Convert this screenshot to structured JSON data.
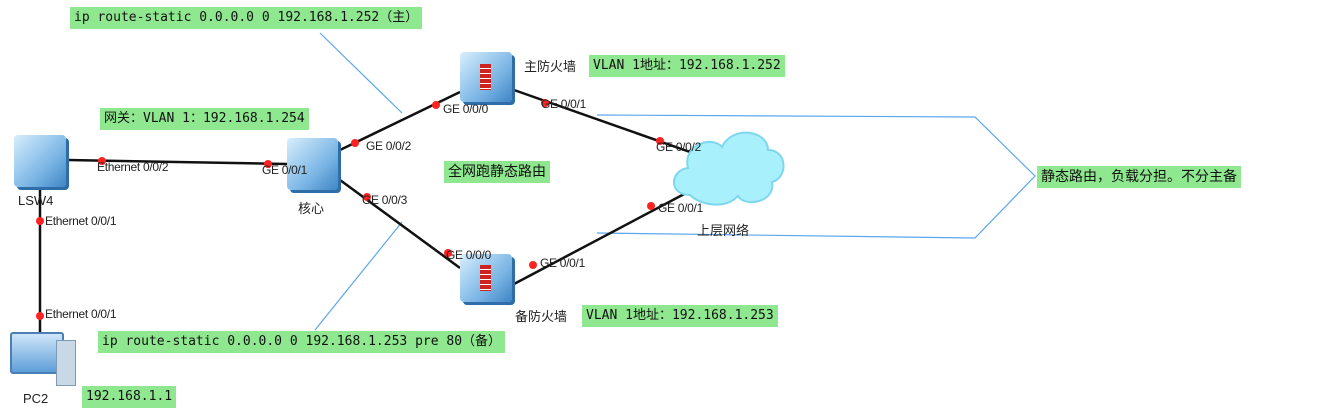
{
  "notes": {
    "primary_route": "ip route-static 0.0.0.0 0 192.168.1.252（主）",
    "gateway": "网关：VLAN 1：192.168.1.254",
    "static_all": "全网跑静态路由",
    "backup_route": "ip route-static 0.0.0.0 0 192.168.1.253 pre 80（备）",
    "primary_fw_vlan": "VLAN 1地址：192.168.1.252",
    "backup_fw_vlan": "VLAN 1地址：192.168.1.253",
    "pc_ip": "192.168.1.1",
    "load_share": "静态路由，负载分担。不分主备"
  },
  "devices": {
    "lsw4": "LSW4",
    "core": "核心",
    "primary_fw": "主防火墙",
    "backup_fw": "备防火墙",
    "cloud": "上层网络",
    "pc": "PC2"
  },
  "ports": {
    "lsw4_e002": "Ethernet 0/0/2",
    "core_g001": "GE 0/0/1",
    "lsw4_e001": "Ethernet 0/0/1",
    "pc_e001": "Ethernet 0/0/1",
    "core_g002": "GE 0/0/2",
    "core_g003": "GE 0/0/3",
    "pfw_g000": "GE 0/0/0",
    "pfw_g001": "GE 0/0/1",
    "cloud_g002": "GE 0/0/2",
    "cloud_g001": "GE 0/0/1",
    "bfw_g000": "GE 0/0/0",
    "bfw_g001": "GE 0/0/1"
  }
}
